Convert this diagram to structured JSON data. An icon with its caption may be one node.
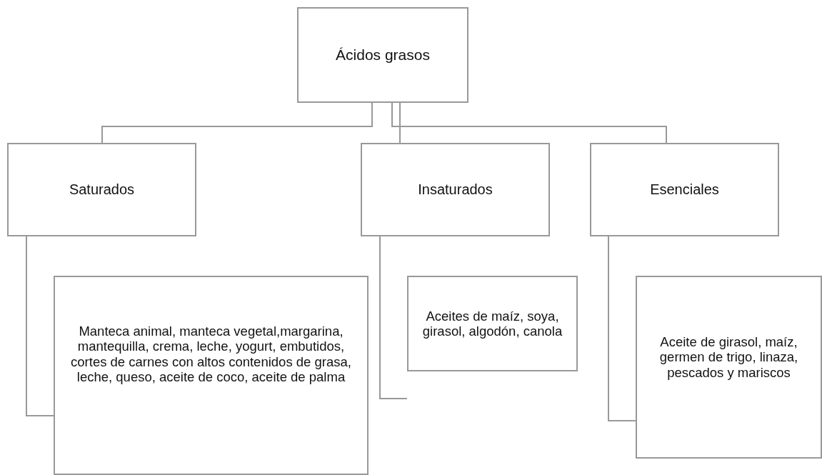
{
  "diagram": {
    "nodes": [
      {
        "text": [
          "Ácidos grasos"
        ]
      },
      {
        "text": [
          "Saturados"
        ]
      },
      {
        "text": [
          "Insaturados"
        ]
      },
      {
        "text": [
          "Esenciales"
        ]
      },
      {
        "text": [
          "Manteca animal, manteca vegetal,margarina, mantequilla, crema, leche, yogurt, embutidos, cortes de carnes con altos contenidos de grasa, leche, queso, aceite de coco, aceite de palma"
        ]
      },
      {
        "text": [
          "Aceites de maíz, soya, girasol, algodón, canola"
        ]
      },
      {
        "text": [
          "Aceite de girasol, maíz, germen de trigo, linaza, pescados y mariscos"
        ]
      }
    ],
    "edges": [
      {
        "from": 0,
        "to": 1,
        "arrow": "none"
      },
      {
        "from": 0,
        "to": 2,
        "arrow": "none"
      },
      {
        "from": 0,
        "to": 3,
        "arrow": "none"
      },
      {
        "from": 1,
        "to": 4,
        "arrow": "none"
      },
      {
        "from": 2,
        "to": 5,
        "arrow": "none"
      },
      {
        "from": 3,
        "to": 6,
        "arrow": "none"
      }
    ]
  }
}
